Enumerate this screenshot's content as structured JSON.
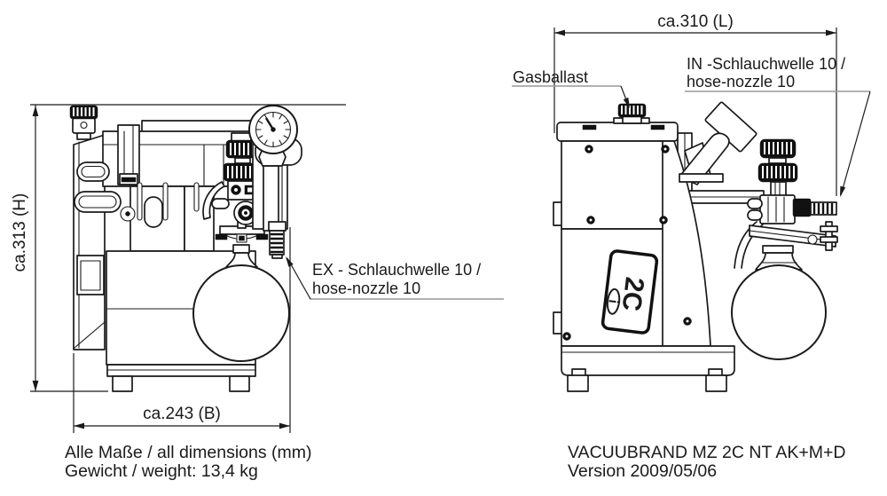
{
  "drawing": {
    "dimensions": {
      "height_label": "ca.313 (H)",
      "width_label": "ca.243 (B)",
      "length_label": "ca.310 (L)"
    },
    "labels": {
      "gasballast": "Gasballast",
      "inlet_line1": "IN -Schlauchwelle 10 /",
      "inlet_line2": "hose-nozzle 10",
      "exhaust_line1": "EX - Schlauchwelle 10 /",
      "exhaust_line2": "hose-nozzle 10",
      "pump_badge": "2C",
      "badge_info_icon": "i"
    },
    "footer": {
      "dimensions_note": "Alle Maße / all dimensions (mm)",
      "weight_note": "Gewicht / weight: 13,4 kg",
      "model": "VACUUBRAND MZ 2C NT AK+M+D",
      "version": "Version 2009/05/06"
    },
    "colors": {
      "line": "#1a1a1a",
      "leader_underline": "#999999",
      "solid_parts": "#111111",
      "background": "#ffffff"
    }
  }
}
